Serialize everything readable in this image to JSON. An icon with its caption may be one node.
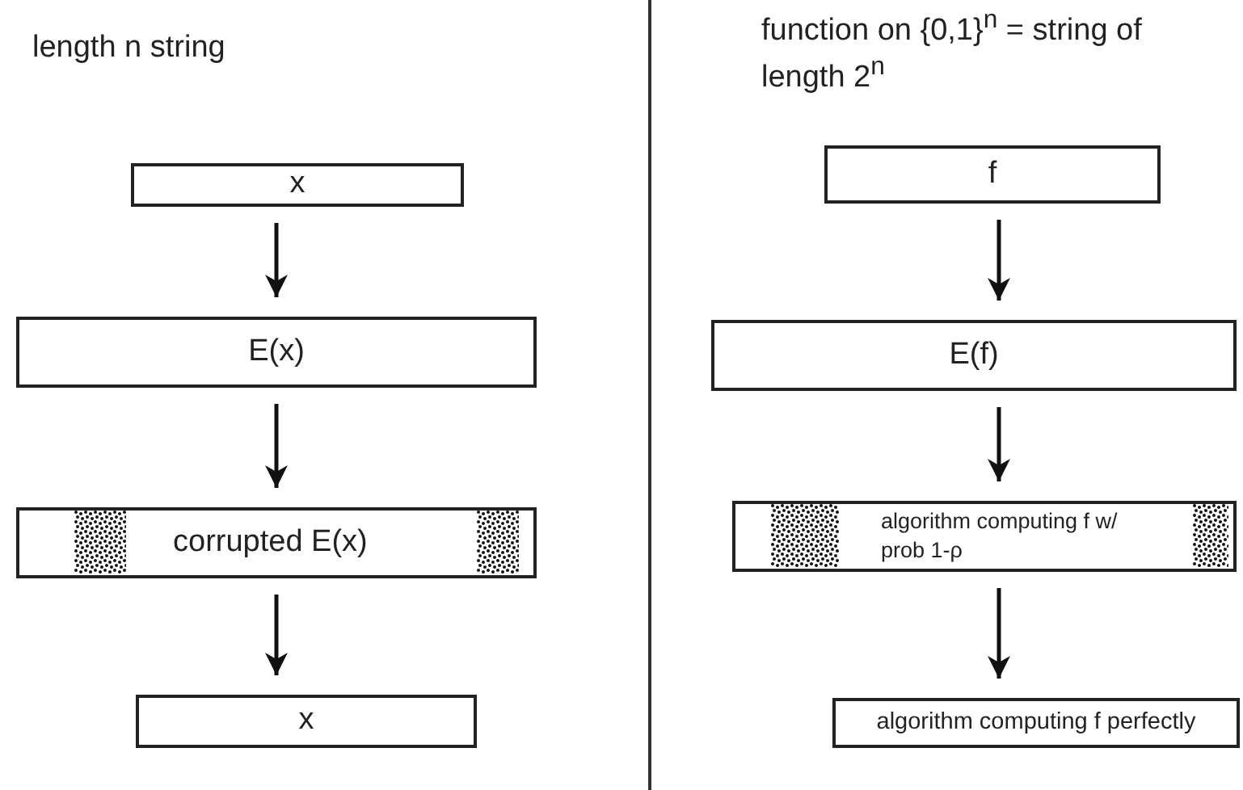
{
  "diagram": {
    "nodes": [
      {
        "text": [
          "x"
        ]
      },
      {
        "text": [
          "E(x)"
        ]
      },
      {
        "text": [
          "corrupted E(x)"
        ]
      },
      {
        "text": [
          "x"
        ]
      },
      {
        "text": [
          "f"
        ]
      },
      {
        "text": [
          "E(f)"
        ]
      },
      {
        "text": [
          "algorithm computing f w/ prob 1-ρ"
        ]
      },
      {
        "text": [
          "algorithm computing f perfectly"
        ]
      }
    ],
    "edges": [
      {
        "from": 0,
        "to": 1,
        "arrow": "to"
      },
      {
        "from": 1,
        "to": 2,
        "arrow": "to"
      },
      {
        "from": 2,
        "to": 3,
        "arrow": "to"
      },
      {
        "from": 4,
        "to": 5,
        "arrow": "to"
      },
      {
        "from": 5,
        "to": 6,
        "arrow": "to"
      },
      {
        "from": 6,
        "to": 7,
        "arrow": "to"
      }
    ],
    "labels": [
      "length n string",
      "function on {0,1}$^{n}$ = string of length 2$^{n}$"
    ]
  }
}
